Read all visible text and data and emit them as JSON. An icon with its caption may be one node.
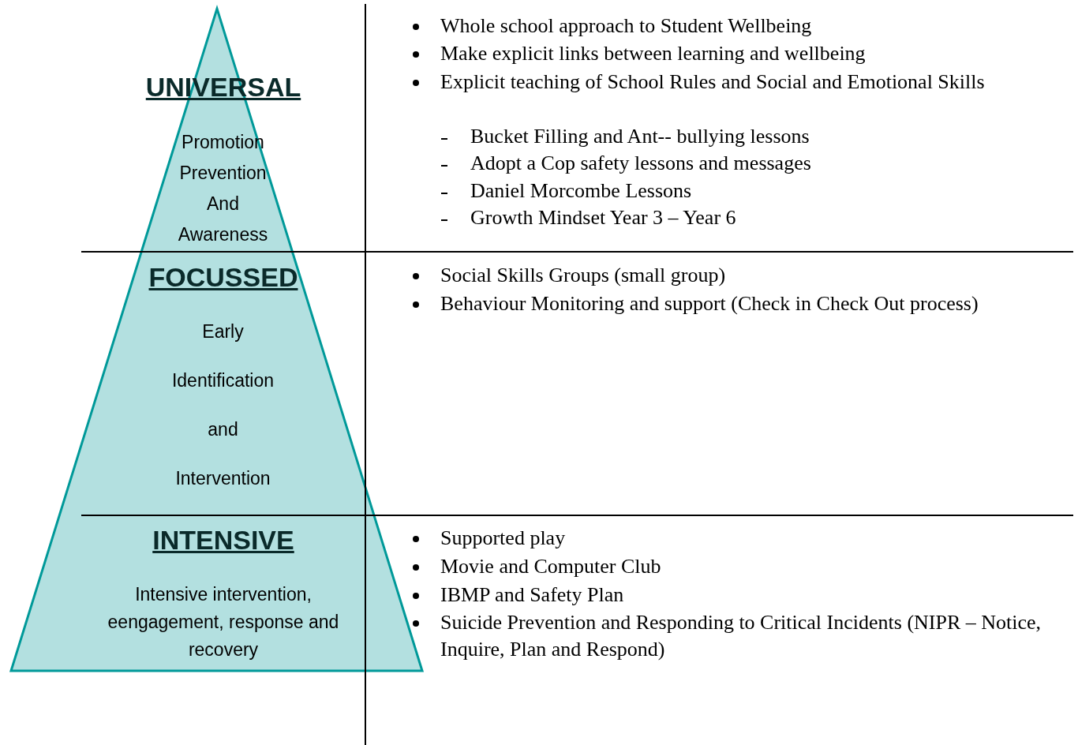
{
  "diagram": {
    "labels": [
      "UNIVERSAL",
      "Promotion Prevention And Awareness",
      "Whole school approach to Student Wellbeing",
      "Make explicit links between learning and wellbeing",
      "Explicit teaching of School Rules and Social and Emotional Skills",
      "Bucket Filling and Ant-- bullying lessons",
      "Adopt a Cop safety lessons and messages",
      "Daniel Morcombe Lessons",
      "Growth Mindset Year 3 – Year 6",
      "FOCUSSED",
      "Early Identification and Intervention",
      "Social Skills Groups (small group)",
      "Behaviour Monitoring and support (Check in Check Out process)",
      "INTENSIVE",
      "Intensive intervention, eengagement, response and recovery",
      "Supported play",
      "Movie and Computer Club",
      "IBMP and Safety Plan",
      "Suicide Prevention and Responding to Critical Incidents (NIPR – Notice, Inquire, Plan and Respond)"
    ]
  }
}
